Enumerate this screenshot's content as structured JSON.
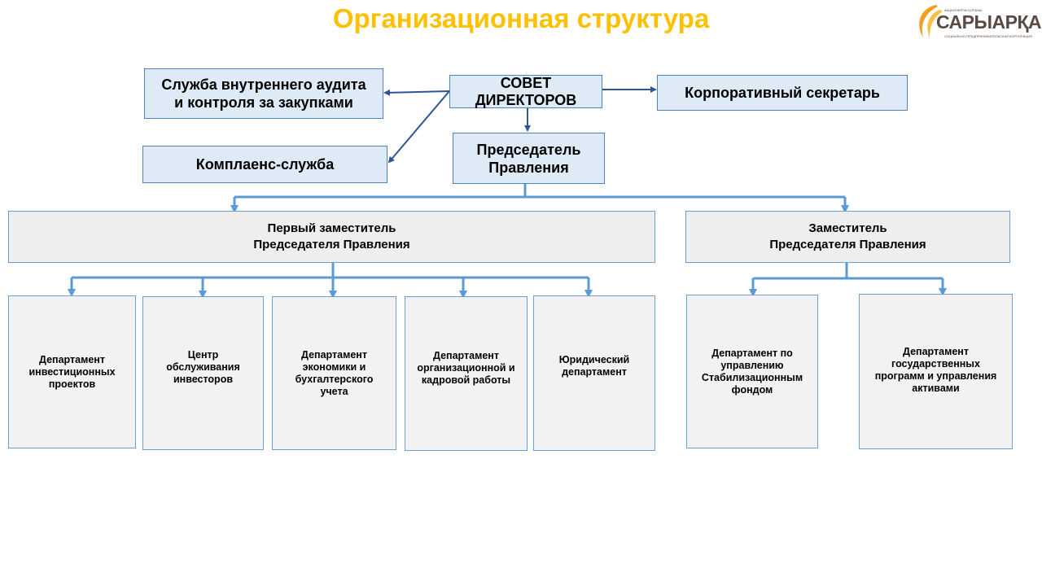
{
  "title": "Организационная структура",
  "logo": {
    "name": "САРЫАРҚА",
    "top_line": "АКЦИОНЕРЛІК ҚОҒАМЫ",
    "bottom_line": "СОЦИАЛЬНО-ПРЕДПРИНИМАТЕЛЬСКАЯ КОРПОРАЦИЯ"
  },
  "colors": {
    "title": "#ffc000",
    "top_box_fill": "#deebf7",
    "box_border": "#4f81bd",
    "lower_box_fill": "#f2f2f2",
    "connector_dark": "#2f5597",
    "connector_light": "#5b9bd5"
  },
  "nodes": {
    "board": "СОВЕТ\nДИРЕКТОРОВ",
    "audit": "Служба внутреннего аудита\nи контроля за закупками",
    "secretary": "Корпоративный  секретарь",
    "compliance": "Комплаенс-служба",
    "chairman": "Председатель\nПравления",
    "first_deputy": "Первый  заместитель\nПредседателя   Правления",
    "deputy": "Заместитель\nПредседателя  Правления"
  },
  "departments": [
    "Департамент\nинвестиционных\nпроектов",
    "Центр\nобслуживания\nинвесторов",
    "Департамент\nэкономики и\nбухгалтерского\nучета",
    "Департамент\nорганизационной и\nкадровой работы",
    "Юридический\nдепартамент",
    "Департамент по\nуправлению\nСтабилизационным\nфондом",
    "Департамент\nгосударственных\nпрограмм и управления\nактивами"
  ]
}
